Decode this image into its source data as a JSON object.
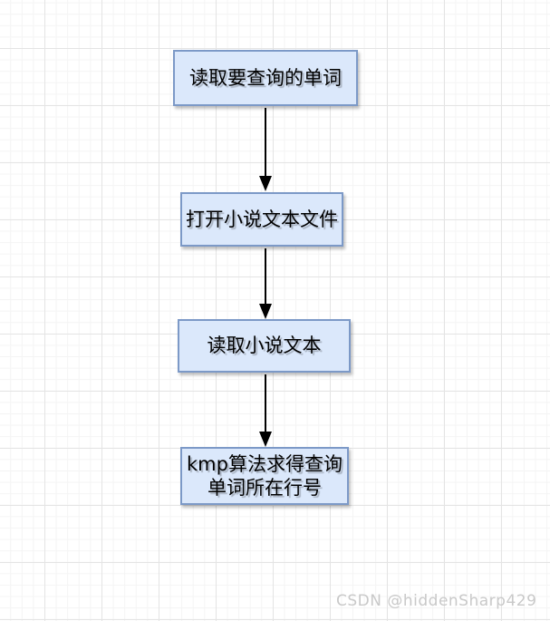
{
  "diagram": {
    "type": "flowchart",
    "nodes": [
      {
        "id": "n1",
        "label": "读取要查询的单词"
      },
      {
        "id": "n2",
        "label": "打开小说文本文件"
      },
      {
        "id": "n3",
        "label": "读取小说文本"
      },
      {
        "id": "n4",
        "label": "kmp算法求得查询\n单词所在行号"
      }
    ],
    "edges": [
      {
        "from": "n1",
        "to": "n2",
        "style": "solid-arrow-down"
      },
      {
        "from": "n2",
        "to": "n3",
        "style": "solid-arrow-down"
      },
      {
        "from": "n3",
        "to": "n4",
        "style": "solid-arrow-down"
      }
    ],
    "colors": {
      "background": "#ffffff",
      "grid_minor": "#f4f4f4",
      "grid_major": "#e4e4e4",
      "node_fill": "#dbe8fb",
      "node_border": "#7c99c7",
      "node_text": "#000000",
      "arrow": "#000000",
      "watermark_color": "#c9c9c9"
    }
  },
  "watermark": {
    "text": "CSDN @hiddenSharp429"
  }
}
